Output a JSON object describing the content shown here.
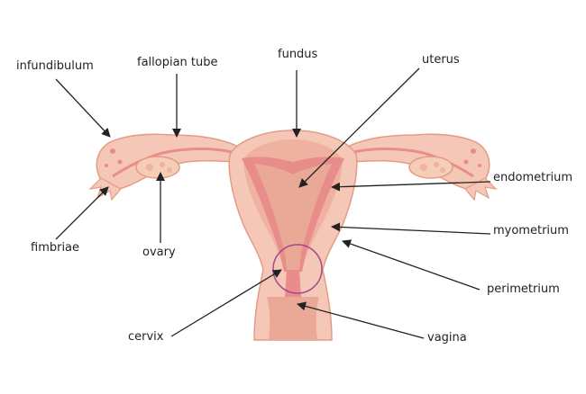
{
  "labels": {
    "infundibulum": "infundibulum",
    "fallopian_tube": "fallopian tube",
    "fundus": "fundus",
    "uterus": "uterus",
    "endometrium": "endometrium",
    "myometrium": "myometrium",
    "perimetrium": "perimetrium",
    "fimbriae": "fimbriae",
    "ovary": "ovary",
    "cervix": "cervix",
    "vagina": "vagina"
  },
  "colors": {
    "outer_wall": "#f5c7b6",
    "outline": "#e39c84",
    "uterine_lining": "#e98d8a",
    "cavity": "#eaa896",
    "ovary": "#f6cdb8",
    "cervix_ring": "#a34a8c",
    "arrow": "#222222"
  }
}
